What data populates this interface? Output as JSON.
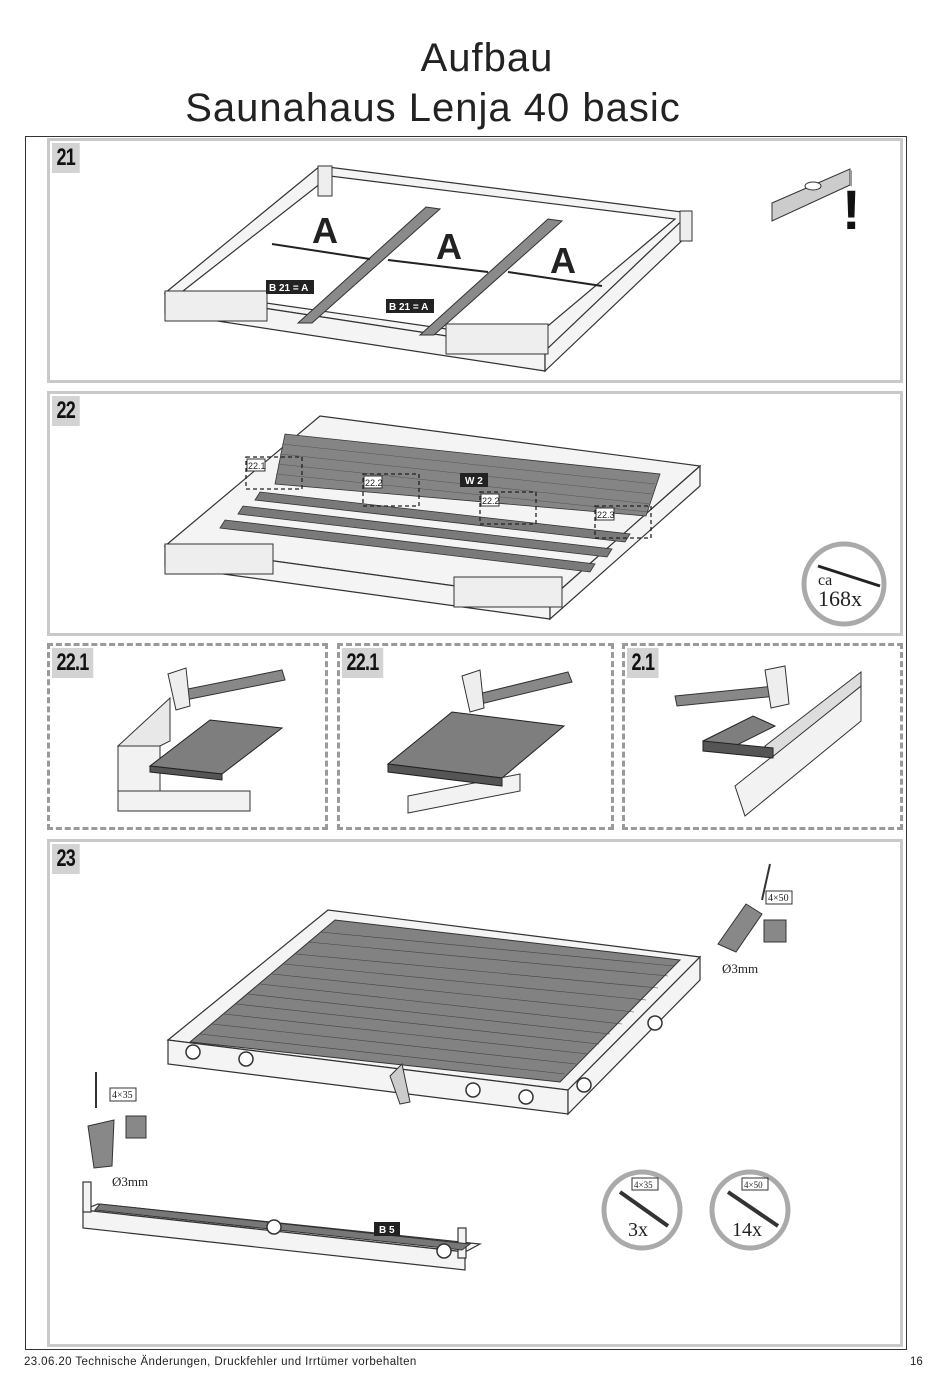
{
  "header": {
    "title_line1": "Aufbau",
    "title_line2": "Saunahaus Lenja 40 basic"
  },
  "steps": {
    "s21": {
      "label": "21",
      "marker_a": "A",
      "label_b21": "B 21 = A"
    },
    "s22": {
      "label": "22",
      "callouts": [
        "22.1",
        "22.2",
        "22.2",
        "22.3"
      ],
      "label_w2": "W 2",
      "nail_prefix": "ca",
      "nail_count": "168x"
    },
    "s221a": {
      "label": "22.1"
    },
    "s221b": {
      "label": "22.1"
    },
    "s21b": {
      "label": "2.1"
    },
    "s23": {
      "label": "23",
      "screw_4x50": "4×50",
      "screw_4x35": "4×35",
      "drill_right": "Ø3mm",
      "drill_left": "Ø3mm",
      "label_b5": "B 5",
      "count_4x35": "3x",
      "count_4x50": "14x"
    }
  },
  "footer": {
    "text": "23.06.20 Technische Änderungen, Druckfehler und Irrtümer vorbehalten",
    "page": "16"
  }
}
